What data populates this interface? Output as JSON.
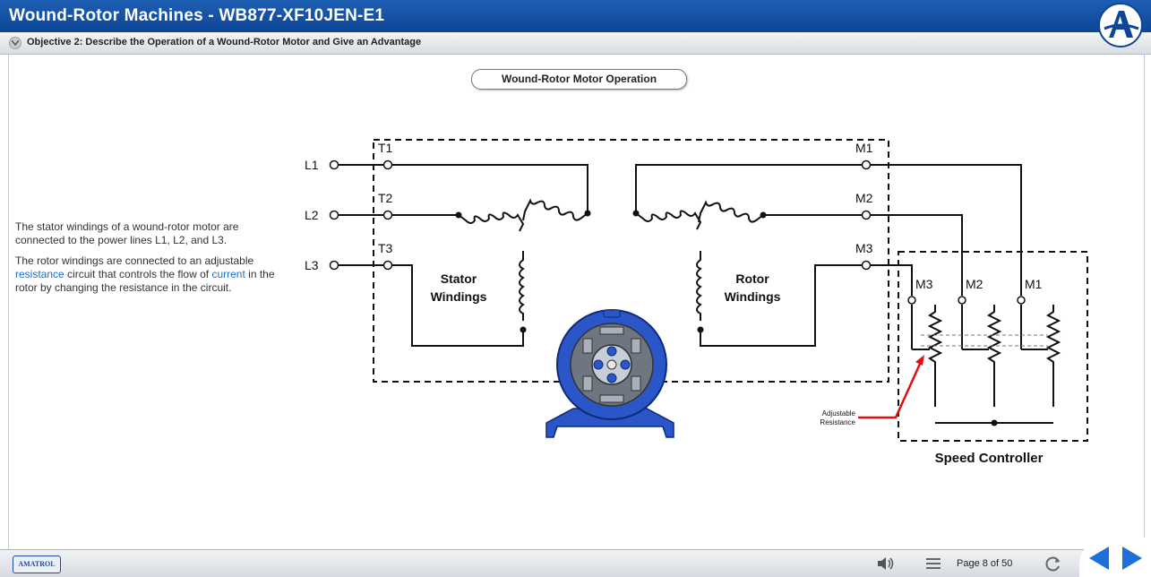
{
  "window": {
    "title": "Wound-Rotor Machines - WB877-XF10JEN-E1"
  },
  "objective": {
    "text": "Objective 2: Describe the Operation of a Wound-Rotor Motor and Give an Advantage"
  },
  "page_heading": "Wound-Rotor Motor Operation",
  "body": {
    "p1": "The stator windings of a wound-rotor motor are connected to the power lines L1, L2, and L3.",
    "p2_pre": "The rotor windings are connected to an adjustable ",
    "p2_link1": "resistance",
    "p2_mid": " circuit that controls the flow of ",
    "p2_link2": "current",
    "p2_post": " in the rotor by changing the resistance in the circuit."
  },
  "diagram": {
    "lines": [
      "L1",
      "L2",
      "L3"
    ],
    "stator_terminals": [
      "T1",
      "T2",
      "T3"
    ],
    "rotor_terminals": [
      "M1",
      "M2",
      "M3"
    ],
    "stator_label_1": "Stator",
    "stator_label_2": "Windings",
    "rotor_label_1": "Rotor",
    "rotor_label_2": "Windings",
    "controller_terminals": [
      "M3",
      "M2",
      "M1"
    ],
    "adjustable_1": "Adjustable",
    "adjustable_2": "Resistance",
    "speed_controller": "Speed Controller",
    "motor_color": "#2b56c8",
    "callout_color": "#e01010"
  },
  "footer": {
    "brand": "AMATROL",
    "page": "Page 8 of 50",
    "icons": [
      "speaker-icon",
      "menu-icon",
      "refresh-icon",
      "prev-arrow-icon",
      "next-arrow-icon"
    ],
    "nav_color": "#1f6fd8"
  }
}
